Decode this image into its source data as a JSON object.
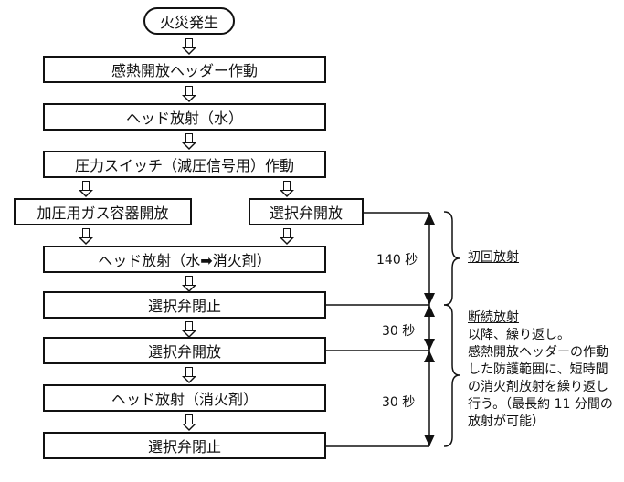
{
  "flow": {
    "start": "火災発生",
    "step_1": "感熱開放ヘッダー作動",
    "step_2": "ヘッド放射（水）",
    "step_3": "圧力スイッチ（減圧信号用）作動",
    "step_4_left": "加圧用ガス容器開放",
    "step_4_right": "選択弁開放",
    "step_5": "ヘッド放射（水➡消火剤）",
    "step_6": "選択弁閉止",
    "step_7": "選択弁開放",
    "step_8": "ヘッド放射（消火剤）",
    "step_9": "選択弁閉止"
  },
  "timing": {
    "interval_1": "140 秒",
    "interval_2": "30 秒",
    "interval_3": "30 秒"
  },
  "notes": {
    "first_title": "初回放射",
    "second_title": "断続放射",
    "second_lines": [
      "以降、繰り返し。",
      "感熱開放ヘッダーの作動",
      "した防護範囲に、短時間",
      "の消火剤放射を繰り返し",
      "行う。（最長約 11 分間の",
      "放射が可能）"
    ]
  }
}
